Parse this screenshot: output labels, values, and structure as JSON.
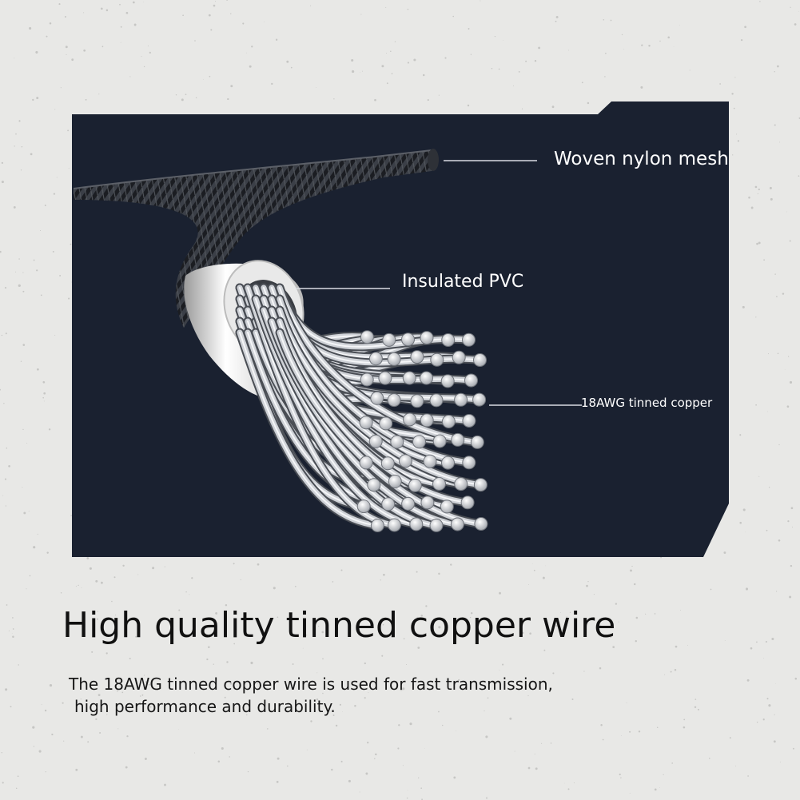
{
  "diagram": {
    "labels": {
      "mesh": "Woven nylon mesh",
      "pvc": "Insulated PVC",
      "copper": "18AWG tinned copper"
    },
    "colors": {
      "panel": "#1a2130",
      "leader_line": "#d9dce2",
      "wire": "#c9ccd1",
      "insulation": "#f4f4f4",
      "braid": "#2a2d33"
    }
  },
  "headline": "High quality tinned copper wire",
  "description": {
    "line1": "The 18AWG tinned copper wire is used for fast transmission,",
    "line2": "high performance and durability."
  }
}
